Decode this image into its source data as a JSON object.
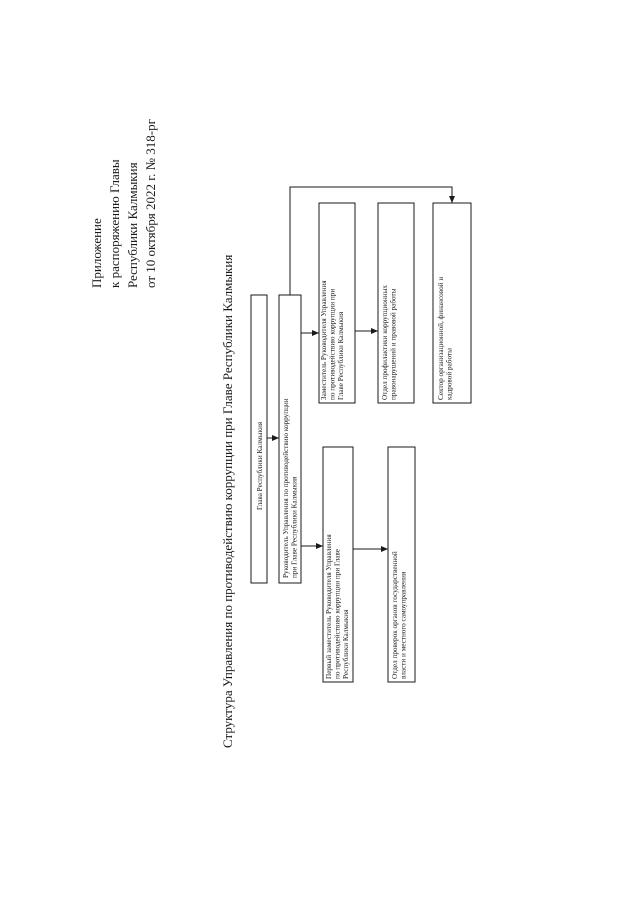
{
  "appendix": {
    "line1": "Приложение",
    "line2": "к распоряжению Главы",
    "line3": "Республики Калмыкия",
    "line4": "от 10 октября 2022 г. № 318-рг"
  },
  "title": "Структура Управления по противодействию коррупции при Главе Республики Калмыкия",
  "boxes": {
    "head": {
      "lines": [
        "Глава Республики Калмыкия"
      ]
    },
    "director": {
      "lines": [
        "Руководитель Управления по противодействию коррупции",
        "при Главе Республики Калмыкия"
      ]
    },
    "first_deputy": {
      "lines": [
        "Первый заместитель Руководителя Управления",
        "по противодействию коррупции при Главе",
        "Республики Калмыкия"
      ]
    },
    "deputy": {
      "lines": [
        "Заместитель Руководителя Управления",
        "по противодействию коррупции при",
        "Главе Республики Калмыкия"
      ]
    },
    "dept_inspections": {
      "lines": [
        "Отдел проверок органов государственной",
        "власти и местного самоуправления"
      ]
    },
    "dept_prevention": {
      "lines": [
        "Отдел профилактики коррупционных",
        "правонарушений и правовой работы"
      ]
    },
    "sector_finance": {
      "lines": [
        "Сектор организационной, финансовой и",
        "кадровой работы"
      ]
    }
  }
}
